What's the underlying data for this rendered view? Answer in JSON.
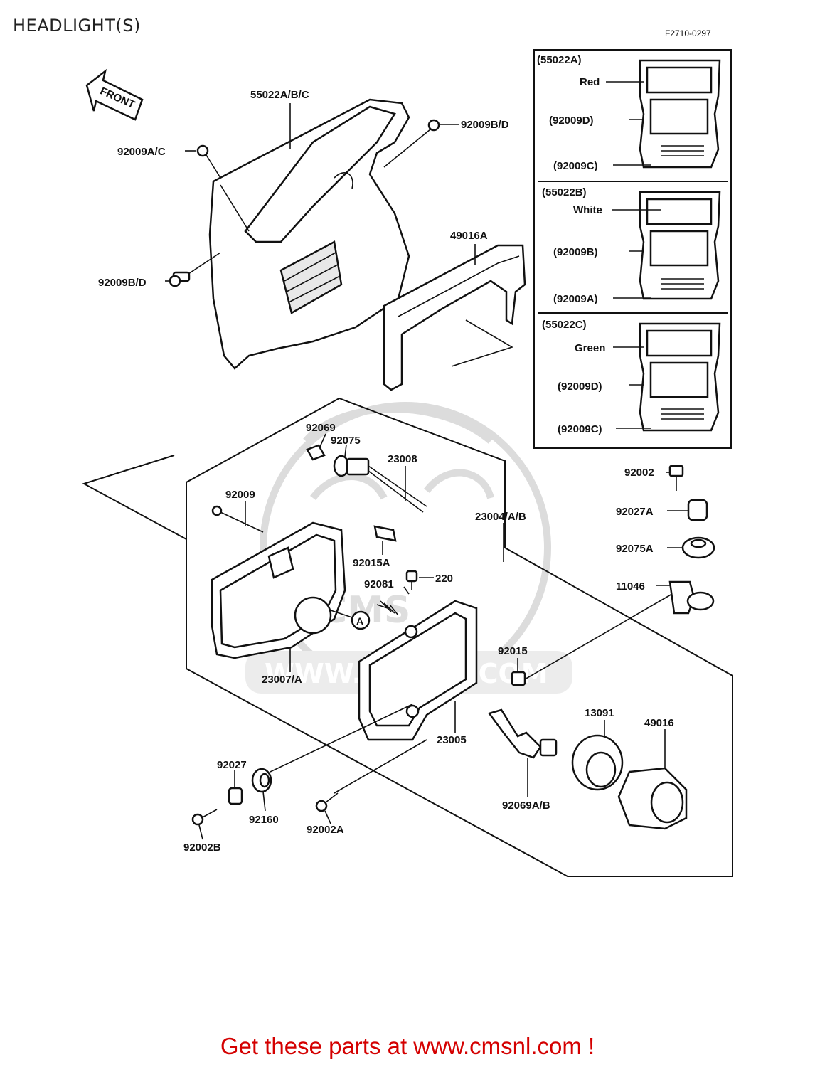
{
  "page": {
    "title": "HEADLIGHT(S)",
    "diagram_code": "F2710-0297",
    "footer_cta": "Get these parts at www.cmsnl.com !",
    "watermark_text": "WWW.CMSNL.COM",
    "watermark_logo": "CMS"
  },
  "arrow": {
    "label": "FRONT"
  },
  "inset": {
    "variants": [
      {
        "code": "(55022A)",
        "color_label": "Red",
        "screw_top": "(92009D)",
        "screw_bottom": "(92009C)"
      },
      {
        "code": "(55022B)",
        "color_label": "White",
        "screw_top": "(92009B)",
        "screw_bottom": "(92009A)"
      },
      {
        "code": "(55022C)",
        "color_label": "Green",
        "screw_top": "(92009D)",
        "screw_bottom": "(92009C)"
      }
    ]
  },
  "hardware_column": [
    "92002",
    "92027A",
    "92075A",
    "11046"
  ],
  "labels": {
    "cowl": "55022A/B/C",
    "screw_left_top": "92009A/C",
    "screw_right_top": "92009B/D",
    "screw_left_bottom": "92009B/D",
    "bracket": "49016A",
    "clip_92069": "92069",
    "socket_92075": "92075",
    "wire_23008": "23008",
    "bolt_92009": "92009",
    "assy_23004": "23004/A/B",
    "clip_92015a": "92015A",
    "spring_92081": "92081",
    "screw_220": "220",
    "marker_a": "A",
    "unit_23007": "23007/A",
    "nut_92015": "92015",
    "frame_23005": "23005",
    "collar_92027": "92027",
    "grommet_92160": "92160",
    "bolt_92002b": "92002B",
    "bolt_92002a": "92002A",
    "bulb_92069ab": "92069A/B",
    "socket_13091": "13091",
    "cap_49016": "49016"
  }
}
